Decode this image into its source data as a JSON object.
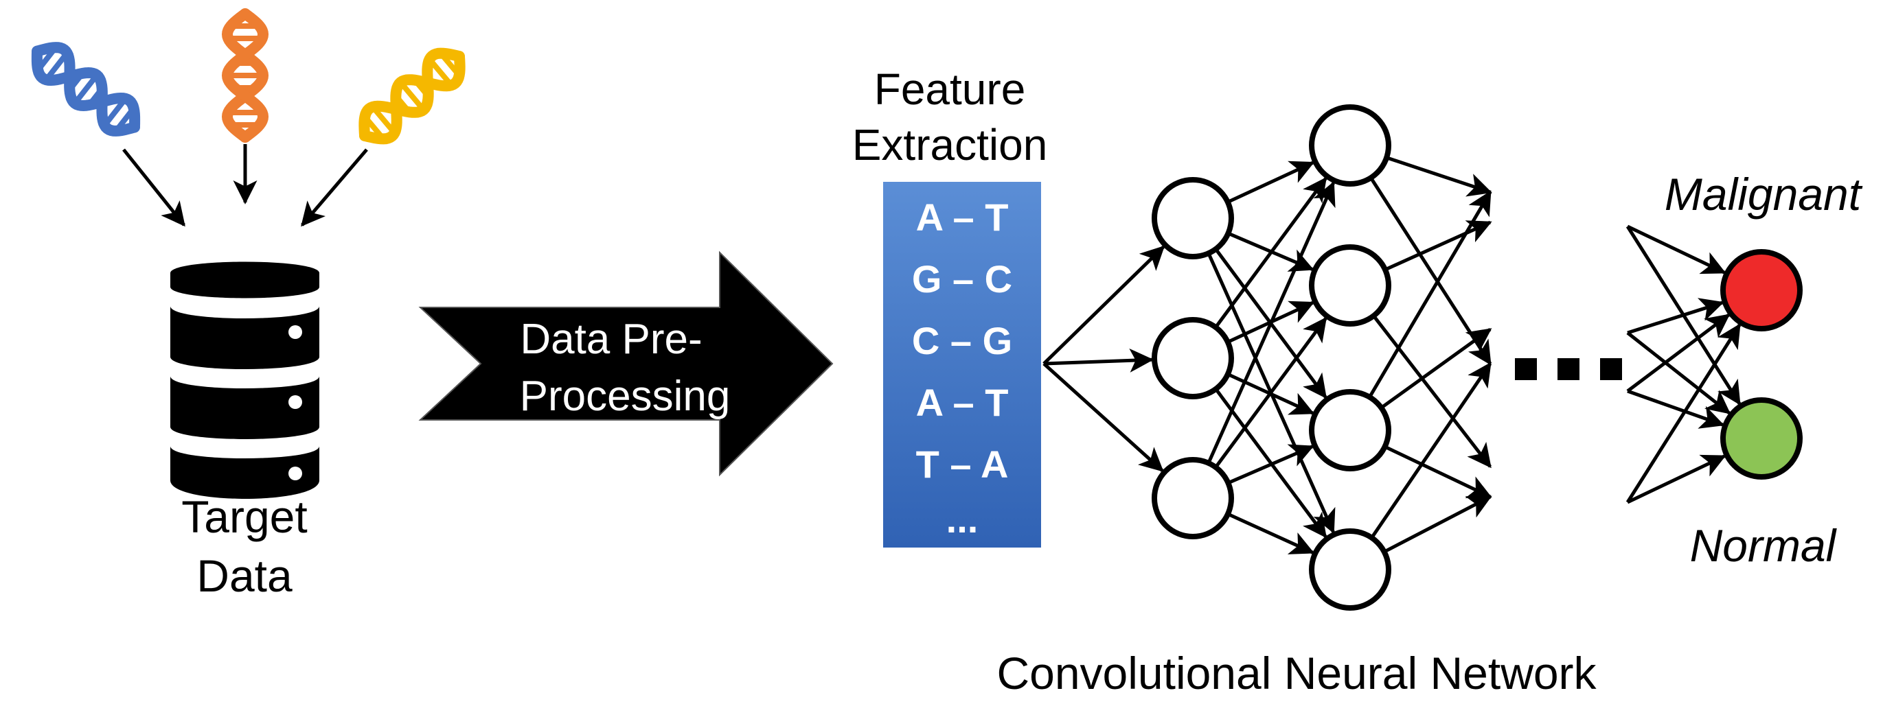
{
  "labels": {
    "target_data_line1": "Target",
    "target_data_line2": "Data",
    "preprocessing_line1": "Data Pre-",
    "preprocessing_line2": "Processing",
    "feature_line1": "Feature",
    "feature_line2": "Extraction",
    "cnn": "Convolutional Neural Network",
    "malignant": "Malignant",
    "normal": "Normal",
    "ellipsis": "..."
  },
  "feature_pairs": [
    "A – T",
    "G – C",
    "C – G",
    "A – T",
    "T – A"
  ],
  "colors": {
    "dna_blue": "#4472C4",
    "dna_orange": "#ED7D31",
    "dna_yellow": "#F5B800",
    "feature_box_top": "#5B8ED6",
    "feature_box_bottom": "#3062B4",
    "malignant": "#EE2A2A",
    "normal": "#8CC455"
  },
  "icons": [
    "dna-blue-icon",
    "dna-orange-icon",
    "dna-yellow-icon",
    "database-icon",
    "process-arrow-icon"
  ]
}
